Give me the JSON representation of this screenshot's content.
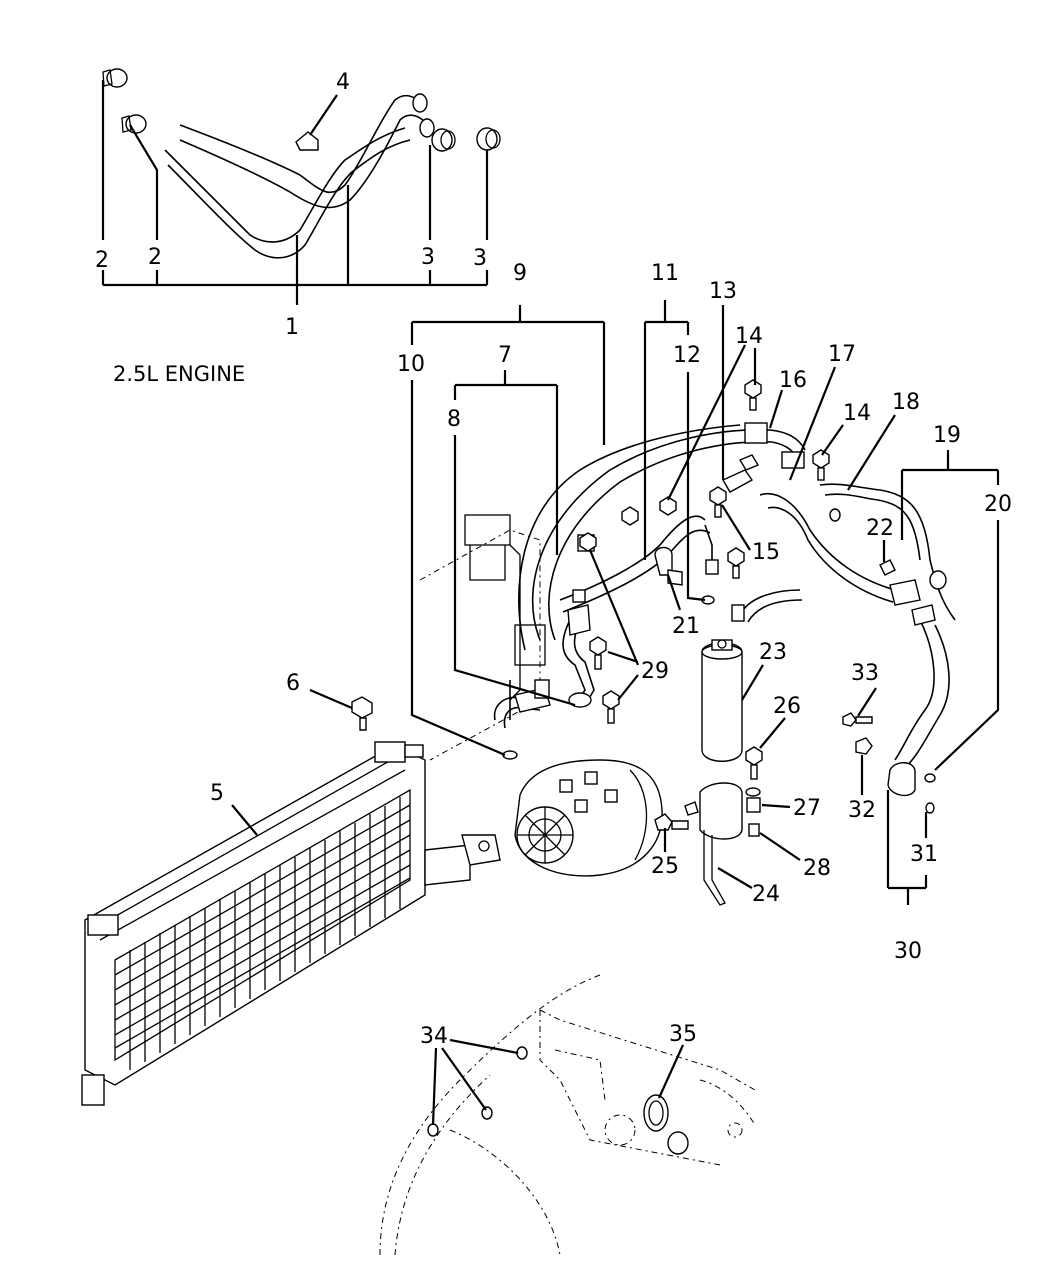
{
  "engine_label": "2.5L ENGINE",
  "callouts": {
    "c1": "1",
    "c2a": "2",
    "c2b": "2",
    "c3a": "3",
    "c3b": "3",
    "c4": "4",
    "c5": "5",
    "c6": "6",
    "c7": "7",
    "c8": "8",
    "c9": "9",
    "c10": "10",
    "c11": "11",
    "c12": "12",
    "c13": "13",
    "c14a": "14",
    "c14b": "14",
    "c15": "15",
    "c16": "16",
    "c17": "17",
    "c18": "18",
    "c19": "19",
    "c20": "20",
    "c21": "21",
    "c22": "22",
    "c23": "23",
    "c24": "24",
    "c25": "25",
    "c26": "26",
    "c27": "27",
    "c28": "28",
    "c29": "29",
    "c30": "30",
    "c31": "31",
    "c32": "32",
    "c33": "33",
    "c34": "34",
    "c35": "35"
  }
}
